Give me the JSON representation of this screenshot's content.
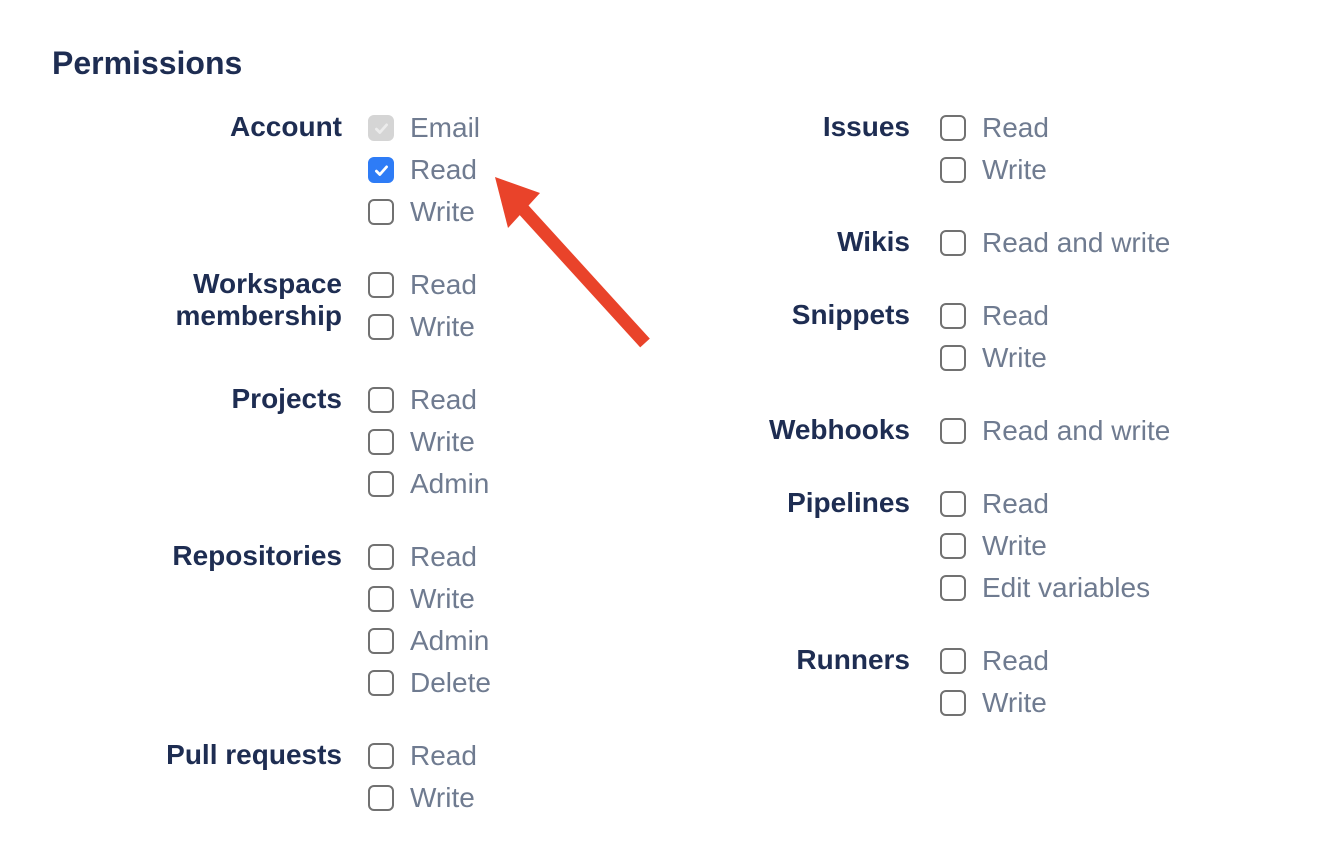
{
  "heading": "Permissions",
  "colors": {
    "heading_text": "#1E2D52",
    "category_label_text": "#1E2D52",
    "option_label_text": "#6F7B90",
    "checkbox_checked_bg": "#2E7CF6",
    "checkbox_disabled_bg": "#D5D5D5",
    "checkbox_border": "#717171",
    "annotation_arrow": "#E9432A"
  },
  "columns": [
    {
      "name": "left",
      "groups": [
        {
          "label": "Account",
          "options": [
            {
              "label": "Email",
              "state": "disabled-checked"
            },
            {
              "label": "Read",
              "state": "checked"
            },
            {
              "label": "Write",
              "state": "unchecked"
            }
          ]
        },
        {
          "label": "Workspace membership",
          "options": [
            {
              "label": "Read",
              "state": "unchecked"
            },
            {
              "label": "Write",
              "state": "unchecked"
            }
          ]
        },
        {
          "label": "Projects",
          "options": [
            {
              "label": "Read",
              "state": "unchecked"
            },
            {
              "label": "Write",
              "state": "unchecked"
            },
            {
              "label": "Admin",
              "state": "unchecked"
            }
          ]
        },
        {
          "label": "Repositories",
          "options": [
            {
              "label": "Read",
              "state": "unchecked"
            },
            {
              "label": "Write",
              "state": "unchecked"
            },
            {
              "label": "Admin",
              "state": "unchecked"
            },
            {
              "label": "Delete",
              "state": "unchecked"
            }
          ]
        },
        {
          "label": "Pull requests",
          "options": [
            {
              "label": "Read",
              "state": "unchecked"
            },
            {
              "label": "Write",
              "state": "unchecked"
            }
          ]
        }
      ]
    },
    {
      "name": "right",
      "groups": [
        {
          "label": "Issues",
          "options": [
            {
              "label": "Read",
              "state": "unchecked"
            },
            {
              "label": "Write",
              "state": "unchecked"
            }
          ]
        },
        {
          "label": "Wikis",
          "options": [
            {
              "label": "Read and write",
              "state": "unchecked"
            }
          ]
        },
        {
          "label": "Snippets",
          "options": [
            {
              "label": "Read",
              "state": "unchecked"
            },
            {
              "label": "Write",
              "state": "unchecked"
            }
          ]
        },
        {
          "label": "Webhooks",
          "options": [
            {
              "label": "Read and write",
              "state": "unchecked"
            }
          ]
        },
        {
          "label": "Pipelines",
          "options": [
            {
              "label": "Read",
              "state": "unchecked"
            },
            {
              "label": "Write",
              "state": "unchecked"
            },
            {
              "label": "Edit variables",
              "state": "unchecked"
            }
          ]
        },
        {
          "label": "Runners",
          "options": [
            {
              "label": "Read",
              "state": "unchecked"
            },
            {
              "label": "Write",
              "state": "unchecked"
            }
          ]
        }
      ]
    }
  ],
  "annotation": {
    "type": "arrow",
    "color": "#E9432A",
    "points_to": "checkbox-account-read"
  }
}
